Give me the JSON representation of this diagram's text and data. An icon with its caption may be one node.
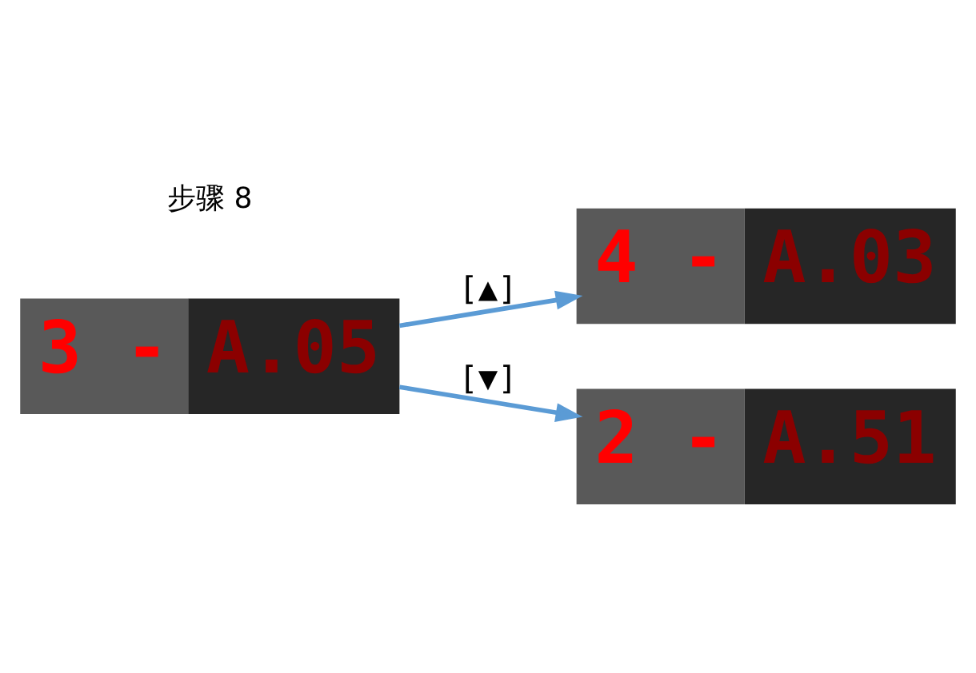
{
  "diagram": {
    "nodes": [
      {
        "text": [
          "4 -",
          "A.03"
        ]
      },
      {
        "text": [
          "3 -",
          "A.05"
        ]
      },
      {
        "text": [
          "2 -",
          "A.51"
        ]
      }
    ],
    "edges": [
      {
        "from": 1,
        "to": 0,
        "arrow": "to",
        "label": "[▲]",
        "color": "#5b9bd5"
      },
      {
        "from": 1,
        "to": 2,
        "arrow": "to",
        "label": "[▼]",
        "color": "#5b9bd5"
      }
    ],
    "labels": [
      "步骤 8"
    ]
  }
}
